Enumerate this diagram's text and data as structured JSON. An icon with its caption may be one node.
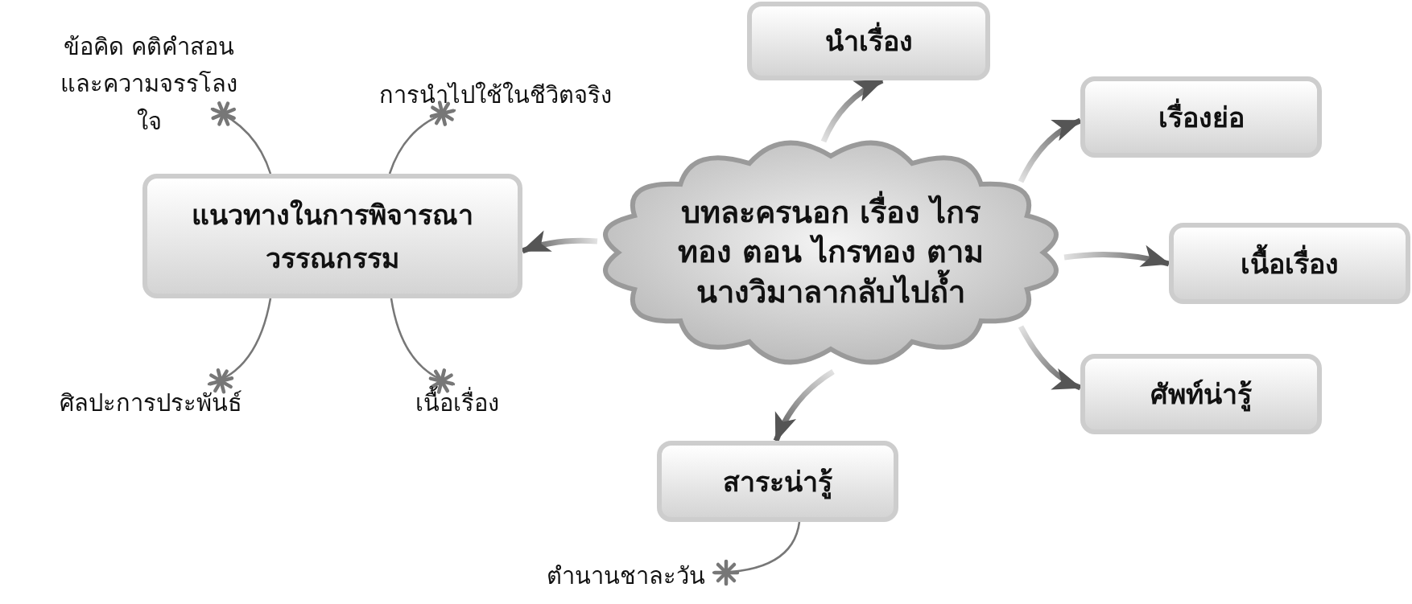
{
  "diagram": {
    "nodes": [
      {
        "text": [
          "บทละครนอก เรื่อง ไกรทอง ตอน ไกรทอง ตามนางวิมาลากลับไปถ้ำ"
        ]
      },
      {
        "text": [
          "นำเรื่อง"
        ]
      },
      {
        "text": [
          "เรื่องย่อ"
        ]
      },
      {
        "text": [
          "เนื้อเรื่อง"
        ]
      },
      {
        "text": [
          "ศัพท์น่ารู้"
        ]
      },
      {
        "text": [
          "สาระน่ารู้"
        ]
      },
      {
        "text": [
          "แนวทางในการพิจารณาวรรณกรรม"
        ]
      },
      {
        "text": [
          "ข้อคิด คติคำสอน และความจรรโลงใจ"
        ]
      },
      {
        "text": [
          "การนำไปใช้ในชีวิตจริง"
        ]
      },
      {
        "text": [
          "ศิลปะการประพันธ์"
        ]
      },
      {
        "text": [
          "เนื้อเรื่อง"
        ]
      },
      {
        "text": [
          "ตำนานชาละวัน"
        ]
      }
    ],
    "edges": [
      {
        "from": 0,
        "to": 1,
        "arrow": "to"
      },
      {
        "from": 0,
        "to": 2,
        "arrow": "to"
      },
      {
        "from": 0,
        "to": 3,
        "arrow": "to"
      },
      {
        "from": 0,
        "to": 4,
        "arrow": "to"
      },
      {
        "from": 0,
        "to": 5,
        "arrow": "to"
      },
      {
        "from": 0,
        "to": 6,
        "arrow": "to"
      },
      {
        "from": 6,
        "to": 7,
        "arrow": "other"
      },
      {
        "from": 6,
        "to": 8,
        "arrow": "other"
      },
      {
        "from": 6,
        "to": 9,
        "arrow": "other"
      },
      {
        "from": 6,
        "to": 10,
        "arrow": "other"
      },
      {
        "from": 5,
        "to": 11,
        "arrow": "other"
      }
    ]
  }
}
